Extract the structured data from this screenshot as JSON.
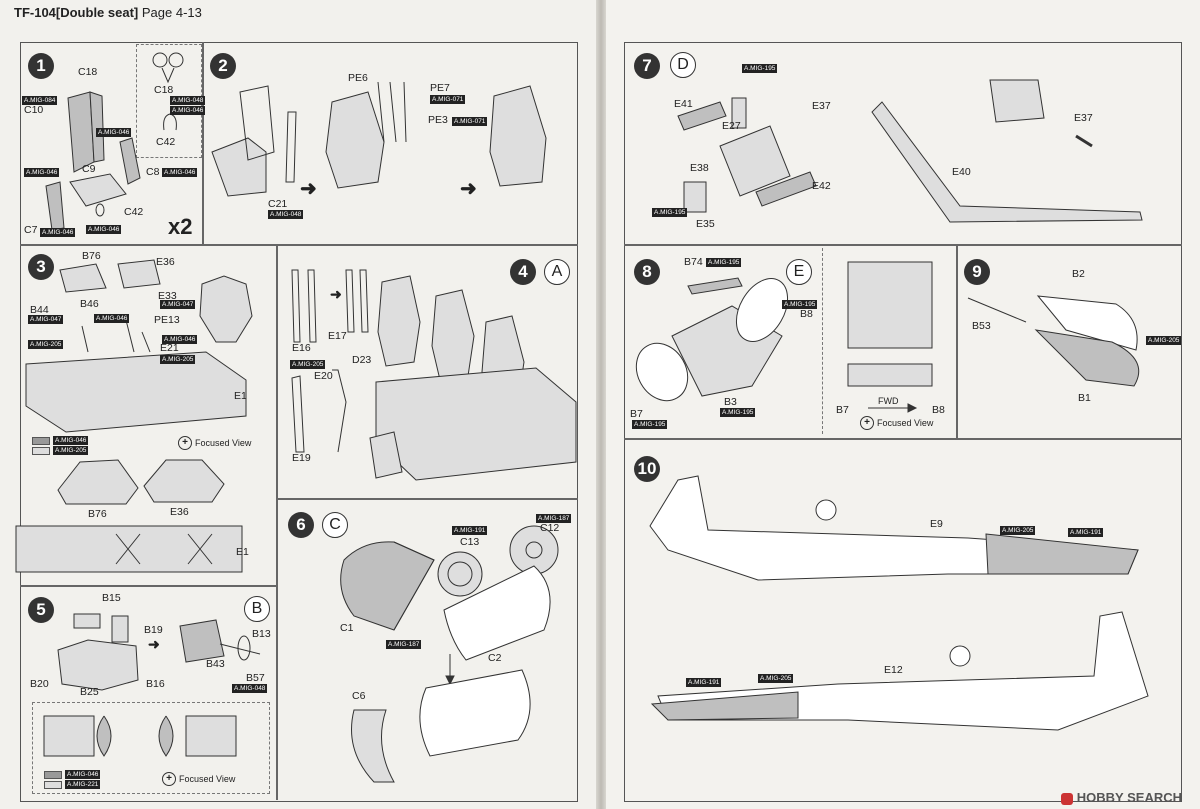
{
  "header": {
    "title": "TF-104[Double seat]",
    "page": "Page 4-13"
  },
  "steps": {
    "s1": {
      "num": "1",
      "multiplier": "x2"
    },
    "s2": {
      "num": "2"
    },
    "s3": {
      "num": "3"
    },
    "s4": {
      "num": "4",
      "letter": "A"
    },
    "s5": {
      "num": "5",
      "letter": "B"
    },
    "s6": {
      "num": "6",
      "letter": "C"
    },
    "s7": {
      "num": "7",
      "letter": "D"
    },
    "s8": {
      "num": "8",
      "letter": "E"
    },
    "s9": {
      "num": "9"
    },
    "s10": {
      "num": "10"
    }
  },
  "labels": {
    "s1": {
      "c18a": "C18",
      "c10": "C10",
      "c9": "C9",
      "c8": "C8",
      "c42a": "C42",
      "c7": "C7",
      "c18b": "C18",
      "c42b": "C42"
    },
    "s2": {
      "pe6": "PE6",
      "pe7": "PE7",
      "pe3": "PE3",
      "c21": "C21"
    },
    "s3": {
      "b76": "B76",
      "e36": "E36",
      "b44": "B44",
      "b46": "B46",
      "e33": "E33",
      "pe13": "PE13",
      "e21": "E21",
      "e1": "E1",
      "b76b": "B76",
      "e36b": "E36",
      "e1b": "E1"
    },
    "s4": {
      "e16": "E16",
      "e17": "E17",
      "e20": "E20",
      "d23": "D23",
      "e19": "E19"
    },
    "s5": {
      "b15": "B15",
      "b19": "B19",
      "b13": "B13",
      "b20": "B20",
      "b25": "B25",
      "b16": "B16",
      "b43": "B43",
      "b57": "B57"
    },
    "s6": {
      "c13": "C13",
      "c12": "C12",
      "c1": "C1",
      "c2": "C2",
      "c6": "C6"
    },
    "s7": {
      "e41": "E41",
      "e27": "E27",
      "e37": "E37",
      "e38": "E38",
      "e42": "E42",
      "e35": "E35",
      "e37b": "E37",
      "e40": "E40"
    },
    "s8": {
      "b74": "B74",
      "b8": "B8",
      "b3": "B3",
      "b7": "B7",
      "b7b": "B7",
      "b8b": "B8",
      "fwd": "FWD"
    },
    "s9": {
      "b2": "B2",
      "b53": "B53",
      "b1": "B1"
    },
    "s10": {
      "e9": "E9",
      "e12": "E12"
    }
  },
  "paint": {
    "mig084": "A.MIG-084",
    "mig046": "A.MIG-046",
    "mig047": "A.MIG-047",
    "mig048": "A.MIG-048",
    "mig071": "A.MIG-071",
    "mig205": "A.MIG-205",
    "mig191": "A.MIG-191",
    "mig187": "A.MIG-187",
    "mig195": "A.MIG-195",
    "mig221": "A.MIG-221"
  },
  "focused_view": "Focused View",
  "watermark": "HOBBY SEARCH"
}
